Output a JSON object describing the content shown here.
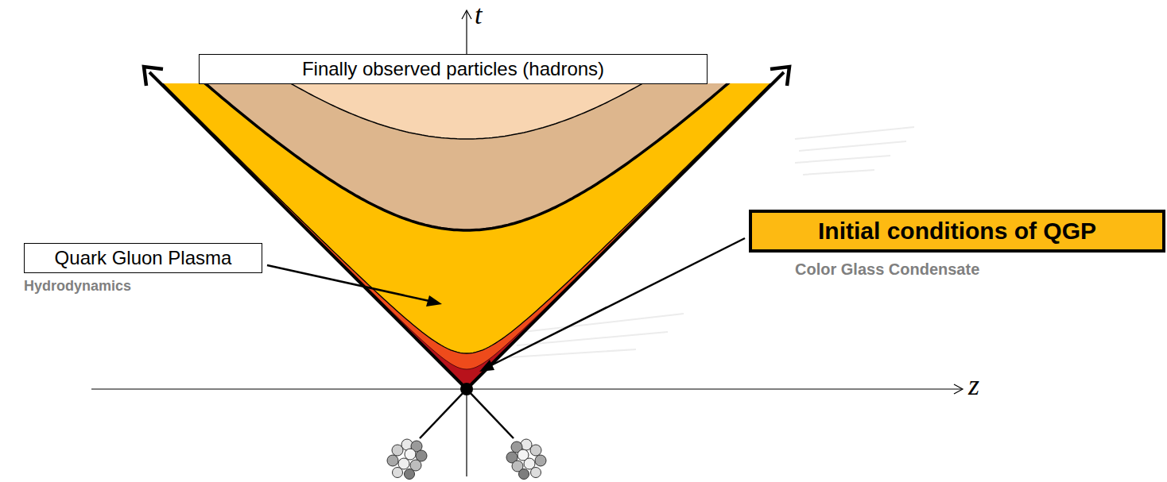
{
  "diagram": {
    "nodes": [
      {
        "text": [
          "Finally observed particles (hadrons)"
        ]
      },
      {
        "text": [
          "Quark Gluon Plasma",
          "Hydrodynamics"
        ]
      },
      {
        "text": [
          "Initial conditions of QGP",
          "Color Glass Condensate"
        ]
      }
    ],
    "labels": [
      "t",
      "z"
    ]
  }
}
